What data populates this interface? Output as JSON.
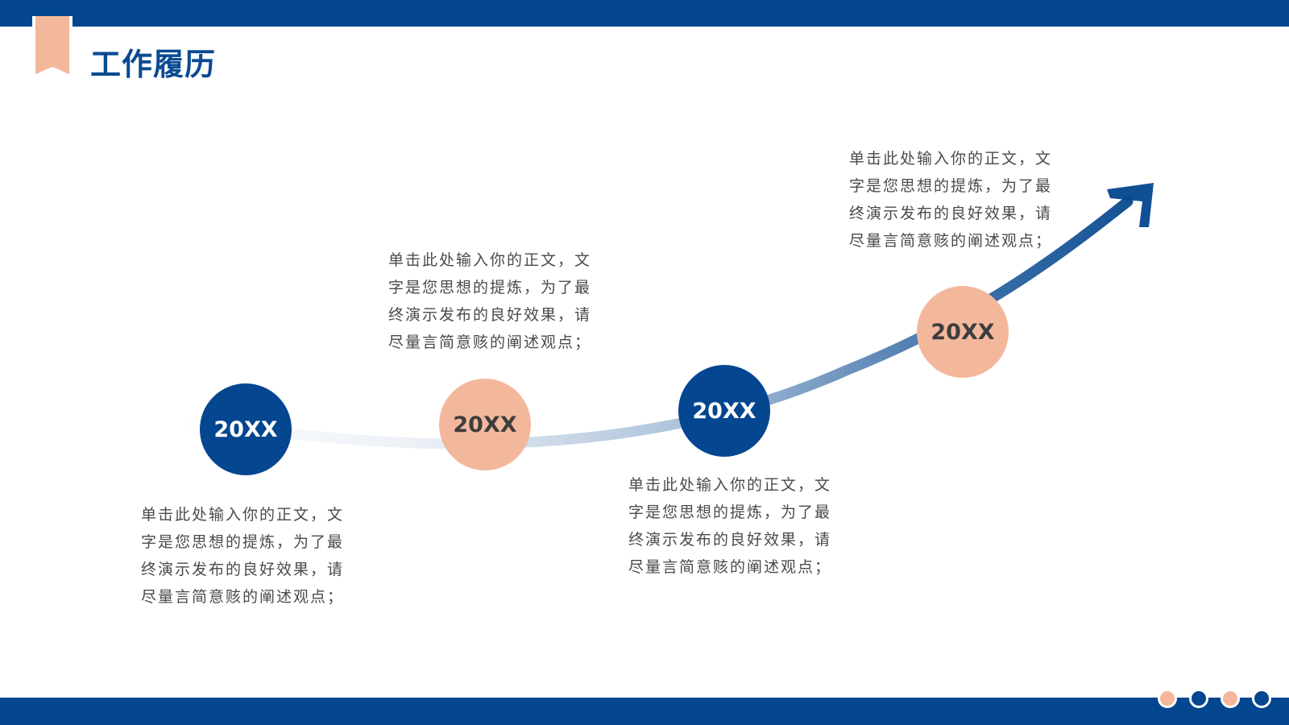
{
  "page": {
    "title": "工作履历"
  },
  "colors": {
    "brand_blue": "#04468f",
    "accent_peach": "#f3b89c",
    "text_gray": "#4a4a4a"
  },
  "timeline": [
    {
      "year": "20XX",
      "style": "blue",
      "text": "单击此处输入你的正文，文字是您思想的提炼，为了最终演示发布的良好效果，请尽量言简意赅的阐述观点；"
    },
    {
      "year": "20XX",
      "style": "peach",
      "text": "单击此处输入你的正文，文字是您思想的提炼，为了最终演示发布的良好效果，请尽量言简意赅的阐述观点；"
    },
    {
      "year": "20XX",
      "style": "blue",
      "text": "单击此处输入你的正文，文字是您思想的提炼，为了最终演示发布的良好效果，请尽量言简意赅的阐述观点；"
    },
    {
      "year": "20XX",
      "style": "peach",
      "text": "单击此处输入你的正文，文字是您思想的提炼，为了最终演示发布的良好效果，请尽量言简意赅的阐述观点；"
    }
  ],
  "decorations": {
    "arrow_icon": "arrow-up-right-icon",
    "bookmark_icon": "bookmark-icon",
    "page_dots": [
      "peach",
      "blue",
      "peach",
      "blue"
    ]
  }
}
